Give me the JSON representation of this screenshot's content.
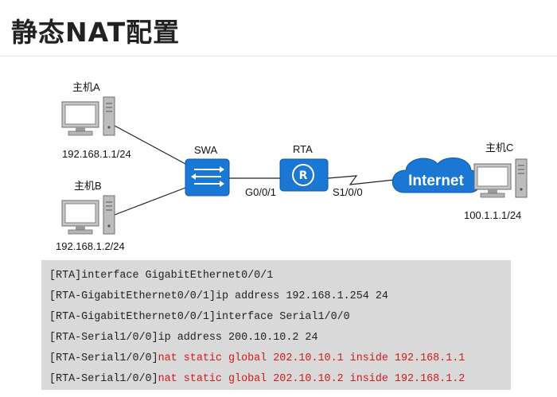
{
  "title": "静态NAT配置",
  "hosts": {
    "a": {
      "name": "主机A",
      "ip": "192.168.1.1/24"
    },
    "b": {
      "name": "主机B",
      "ip": "192.168.1.2/24"
    },
    "c": {
      "name": "主机C",
      "ip": "100.1.1.1/24"
    }
  },
  "switch": {
    "name": "SWA"
  },
  "router": {
    "name": "RTA",
    "glyph": "R",
    "port_lan": "G0/0/1",
    "port_wan": "S1/0/0"
  },
  "cloud": {
    "label": "Internet"
  },
  "code": [
    {
      "prompt": "[RTA]",
      "cmd": "interface GigabitEthernet0/0/1",
      "red": false
    },
    {
      "prompt": "[RTA-GigabitEthernet0/0/1]",
      "cmd": "ip address 192.168.1.254 24",
      "red": false
    },
    {
      "prompt": "[RTA-GigabitEthernet0/0/1]",
      "cmd": "interface Serial1/0/0",
      "red": false
    },
    {
      "prompt": "[RTA-Serial1/0/0]",
      "cmd": "ip address 200.10.10.2 24",
      "red": false
    },
    {
      "prompt": "[RTA-Serial1/0/0]",
      "cmd": "nat static global 202.10.10.1 inside 192.168.1.1",
      "red": true
    },
    {
      "prompt": "[RTA-Serial1/0/0]",
      "cmd": "nat static global 202.10.10.2 inside 192.168.1.2",
      "red": true
    }
  ],
  "colors": {
    "device_blue": "#1a78d4",
    "highlight_red": "#d11a1a",
    "code_bg": "#d9d9d9"
  }
}
